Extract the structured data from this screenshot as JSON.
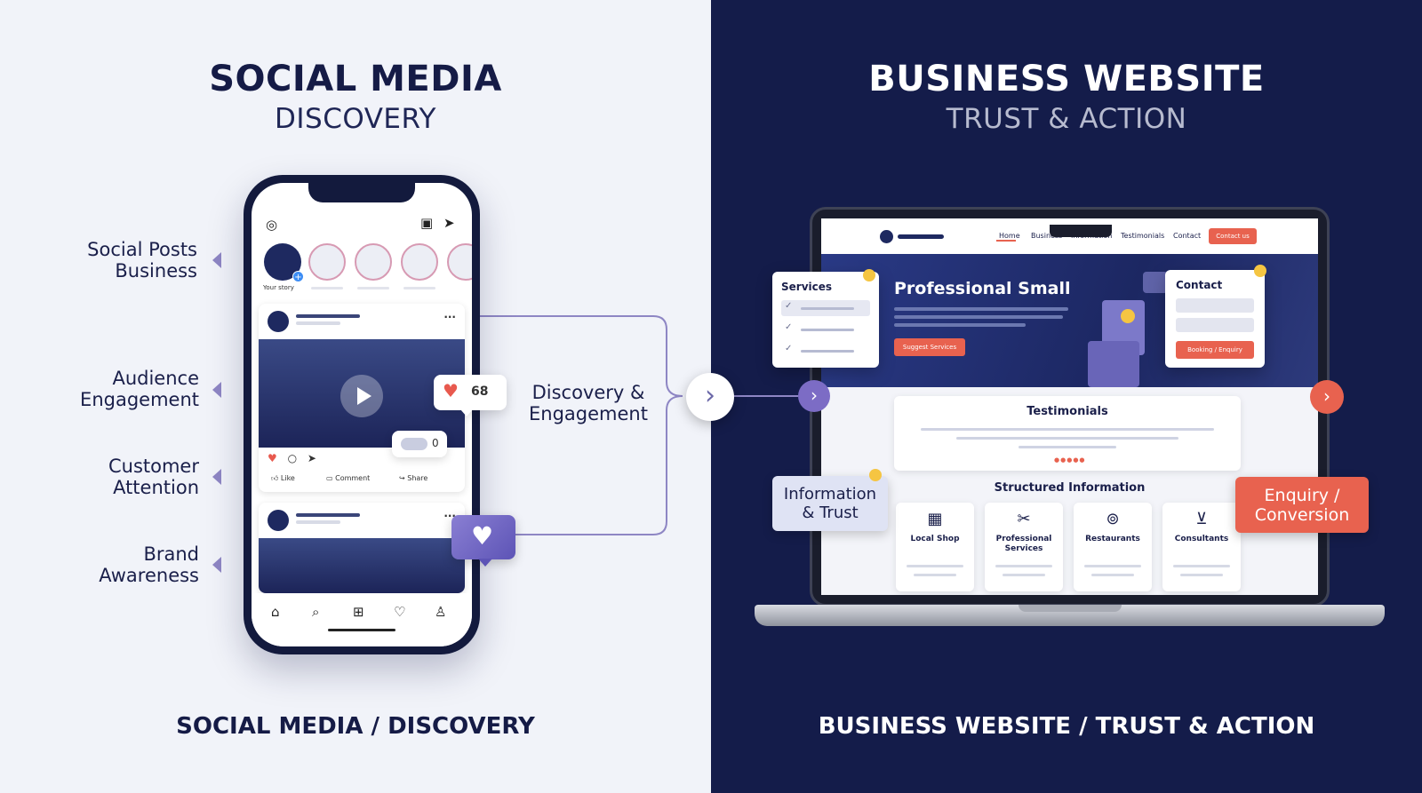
{
  "left": {
    "title": "SOCIAL MEDIA",
    "subtitle": "DISCOVERY",
    "caption": "SOCIAL MEDIA / DISCOVERY",
    "labels": [
      {
        "line1": "Social Posts",
        "line2": "Business"
      },
      {
        "line1": "Audience",
        "line2": "Engagement"
      },
      {
        "line1": "Customer",
        "line2": "Attention"
      },
      {
        "line1": "Brand",
        "line2": "Awareness"
      }
    ]
  },
  "right": {
    "title": "BUSINESS WEBSITE",
    "subtitle": "TRUST & ACTION",
    "caption": "BUSINESS WEBSITE / TRUST & ACTION"
  },
  "phone": {
    "your_story": "Your story",
    "like_count": "68",
    "comment_count": "0",
    "actions": {
      "like": "Like",
      "comment": "Comment",
      "share": "Share"
    }
  },
  "flow": {
    "discovery_line1": "Discovery &",
    "discovery_line2": "Engagement"
  },
  "website": {
    "nav": [
      "Home",
      "Business",
      "Information",
      "Testimonials",
      "Contact"
    ],
    "contact_button": "Contact us",
    "hero_title": "Professional Small",
    "hero_button": "Suggest Services",
    "services_title": "Services",
    "contact_title": "Contact",
    "contact_cta": "Booking / Enquiry",
    "testimonials_title": "Testimonials",
    "structured_title": "Structured Information",
    "categories": [
      {
        "label": "Local Shop",
        "icon": "shop-icon"
      },
      {
        "label": "Professional Services",
        "icon": "tools-icon"
      },
      {
        "label": "Restaurants",
        "icon": "utensils-icon"
      },
      {
        "label": "Consultants",
        "icon": "cart-icon"
      }
    ]
  },
  "badges": {
    "info_line1": "Information",
    "info_line2": "& Trust",
    "enquiry_line1": "Enquiry /",
    "enquiry_line2": "Conversion"
  },
  "colors": {
    "navy": "#141c4a",
    "accent_orange": "#e8624f",
    "accent_purple": "#7c6cc5",
    "highlight_yellow": "#f5c542"
  }
}
